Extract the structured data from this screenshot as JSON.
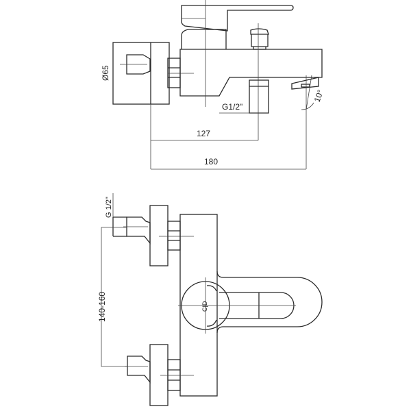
{
  "side_view": {
    "diameter_label": "Ø65",
    "outlet_thread_label": "G1/2\"",
    "dim_outlet_label": "127",
    "dim_spout_label": "180",
    "spout_angle_label": "10°"
  },
  "front_view": {
    "inlet_thread_label": "G 1/2\"",
    "inlet_spacing_label": "140-160"
  }
}
